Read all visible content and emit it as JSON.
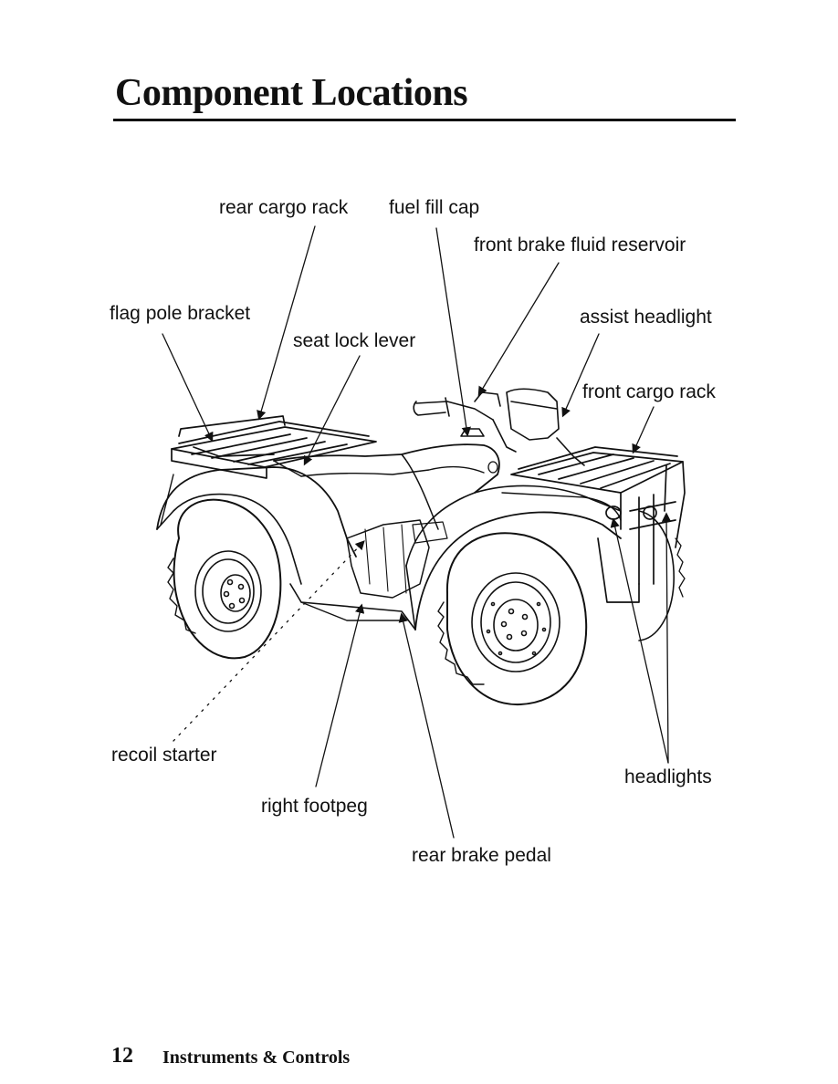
{
  "header": {
    "title": "Component Locations"
  },
  "labels": {
    "rear_cargo_rack": "rear cargo rack",
    "fuel_fill_cap": "fuel fill cap",
    "front_brake_fluid_reservoir": "front brake fluid reservoir",
    "flag_pole_bracket": "flag pole bracket",
    "seat_lock_lever": "seat lock lever",
    "assist_headlight": "assist headlight",
    "front_cargo_rack": "front cargo rack",
    "recoil_starter": "recoil starter",
    "right_footpeg": "right footpeg",
    "headlights": "headlights",
    "rear_brake_pedal": "rear brake pedal"
  },
  "footer": {
    "page_number": "12",
    "section": "Instruments & Controls"
  }
}
